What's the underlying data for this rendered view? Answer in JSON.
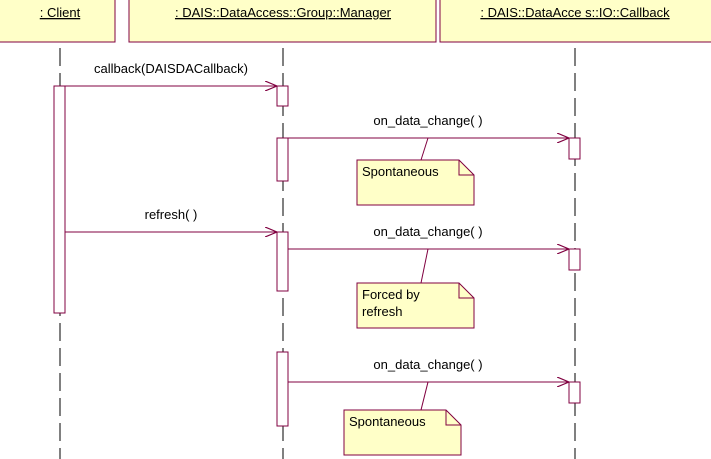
{
  "lifelines": [
    {
      "name": ": Client"
    },
    {
      "name": ": DAIS::DataAccess::Group::Manager"
    },
    {
      "name": ": DAIS::DataAcce  s::IO::Callback"
    }
  ],
  "messages": [
    {
      "label": "callback(DAISDACallback)"
    },
    {
      "label": "on_data_change( )"
    },
    {
      "label": "refresh( )"
    },
    {
      "label": "on_data_change( )"
    },
    {
      "label": "on_data_change( )"
    }
  ],
  "notes": [
    {
      "text": "Spontaneous"
    },
    {
      "line1": "Forced by",
      "line2": "refresh"
    },
    {
      "text": "Spontaneous"
    }
  ],
  "colors": {
    "box_fill": "#ffffc8",
    "line": "#800040",
    "lifeline": "#000000"
  }
}
